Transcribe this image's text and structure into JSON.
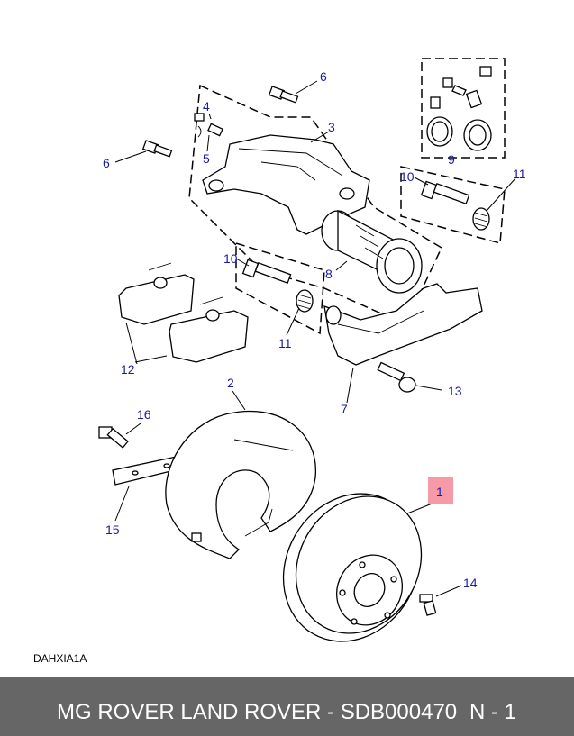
{
  "callouts": [
    {
      "id": "c1",
      "text": "1"
    },
    {
      "id": "c2",
      "text": "2"
    },
    {
      "id": "c3",
      "text": "3"
    },
    {
      "id": "c4",
      "text": "4"
    },
    {
      "id": "c5",
      "text": "5"
    },
    {
      "id": "c6a",
      "text": "6"
    },
    {
      "id": "c6b",
      "text": "6"
    },
    {
      "id": "c7",
      "text": "7"
    },
    {
      "id": "c8",
      "text": "8"
    },
    {
      "id": "c9",
      "text": "9"
    },
    {
      "id": "c10a",
      "text": "10"
    },
    {
      "id": "c10b",
      "text": "10"
    },
    {
      "id": "c11a",
      "text": "11"
    },
    {
      "id": "c11b",
      "text": "11"
    },
    {
      "id": "c12",
      "text": "12"
    },
    {
      "id": "c13",
      "text": "13"
    },
    {
      "id": "c14",
      "text": "14"
    },
    {
      "id": "c15",
      "text": "15"
    },
    {
      "id": "c16",
      "text": "16"
    }
  ],
  "reference_code": "DAHXIA1A",
  "footer": {
    "brand_part": "MG ROVER LAND ROVER - SDB000470",
    "page": "N - 1"
  },
  "colors": {
    "callout": "#1a1aa6",
    "highlight": "#f59aa6",
    "footer_bg": "#666666",
    "footer_text": "#ffffff"
  }
}
